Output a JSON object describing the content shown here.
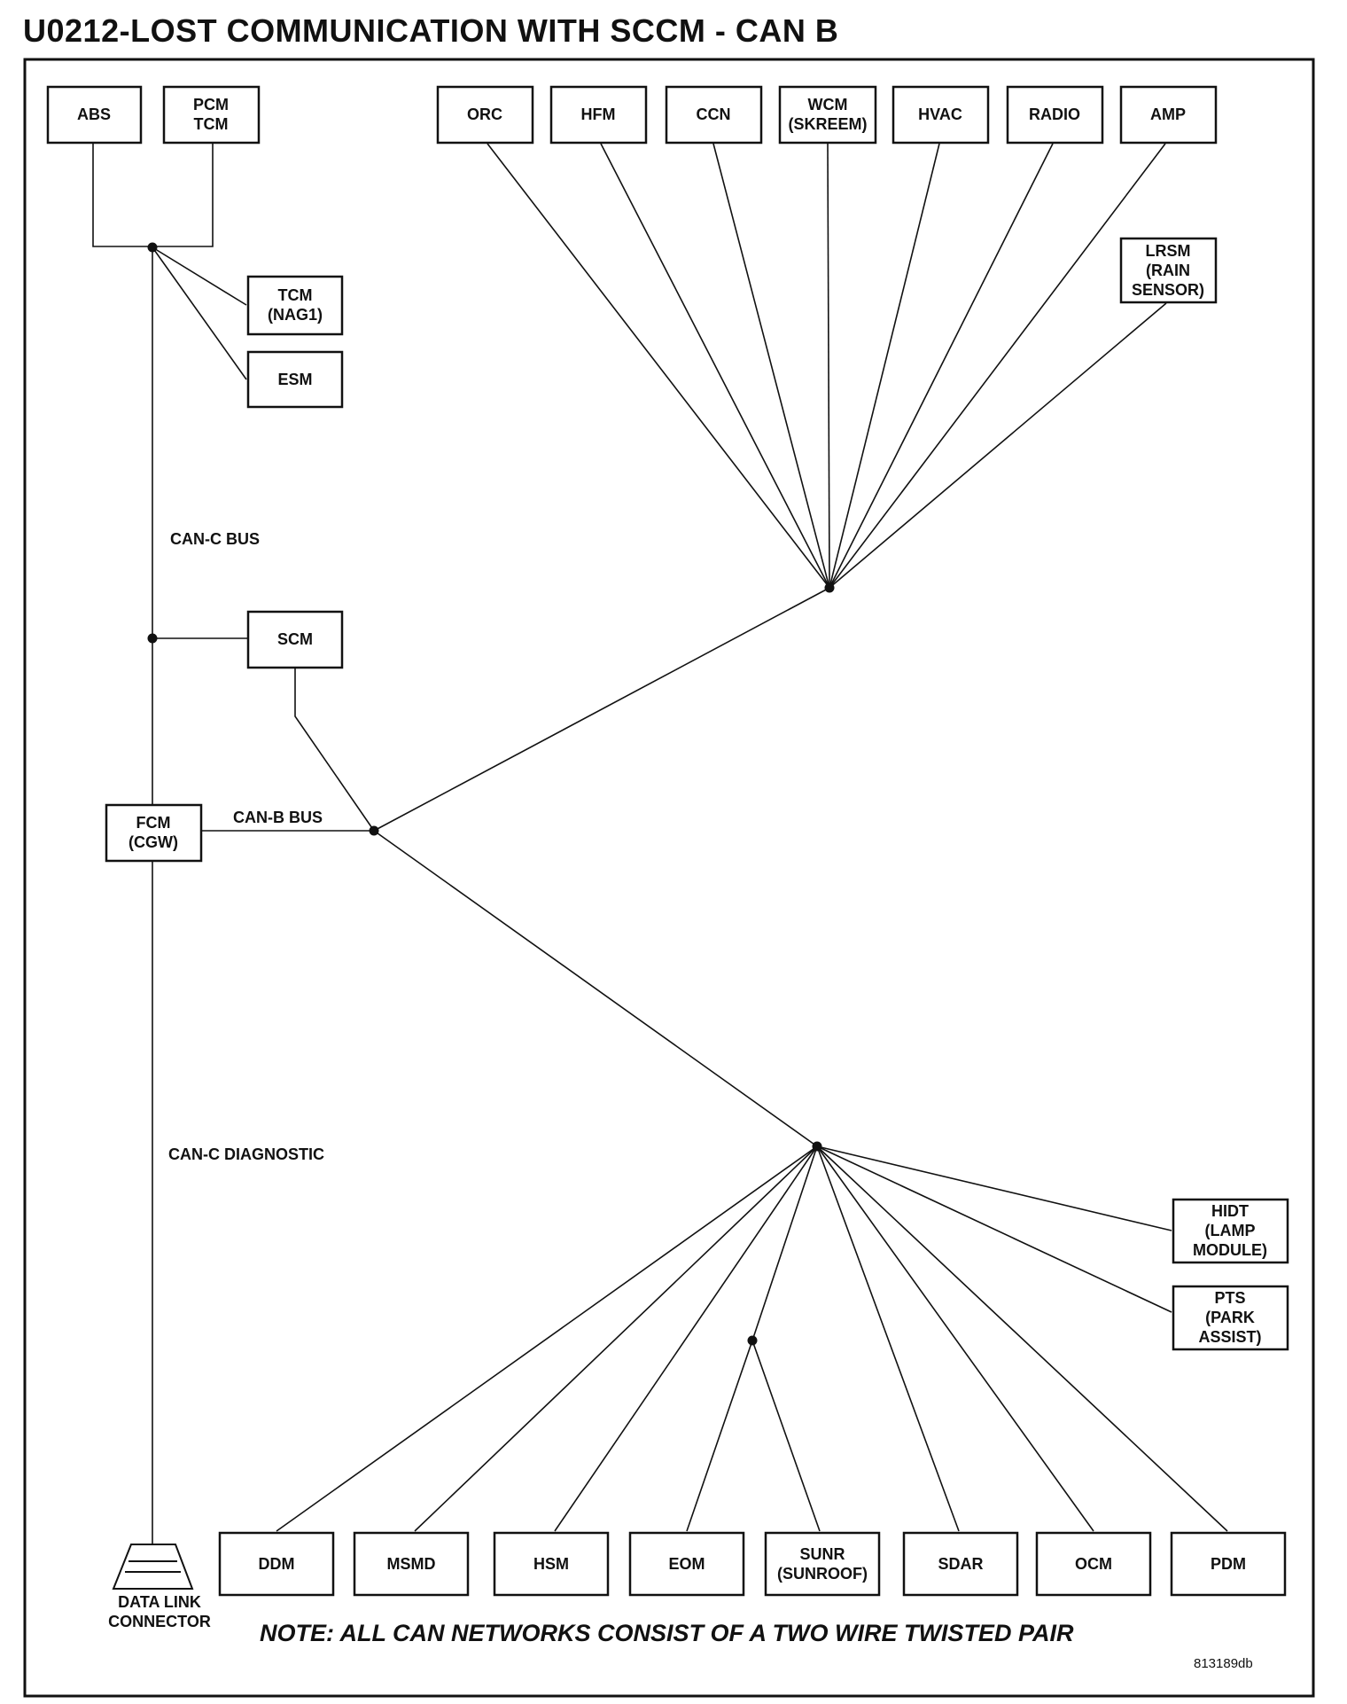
{
  "title": "U0212-LOST COMMUNICATION WITH SCCM - CAN B",
  "bus_labels": {
    "can_c_bus": "CAN-C BUS",
    "can_b_bus": "CAN-B BUS",
    "can_c_diagnostic": "CAN-C DIAGNOSTIC"
  },
  "modules": {
    "abs": [
      "ABS"
    ],
    "pcm_tcm": [
      "PCM",
      "TCM"
    ],
    "tcm_nag1": [
      "TCM",
      "(NAG1)"
    ],
    "esm": [
      "ESM"
    ],
    "scm": [
      "SCM"
    ],
    "fcm": [
      "FCM",
      "(CGW)"
    ],
    "orc": [
      "ORC"
    ],
    "hfm": [
      "HFM"
    ],
    "ccn": [
      "CCN"
    ],
    "wcm": [
      "WCM",
      "(SKREEM)"
    ],
    "hvac": [
      "HVAC"
    ],
    "radio": [
      "RADIO"
    ],
    "amp": [
      "AMP"
    ],
    "lrsm": [
      "LRSM",
      "(RAIN",
      "SENSOR)"
    ],
    "hidt": [
      "HIDT",
      "(LAMP",
      "MODULE)"
    ],
    "pts": [
      "PTS",
      "(PARK",
      "ASSIST)"
    ],
    "ddm": [
      "DDM"
    ],
    "msmd": [
      "MSMD"
    ],
    "hsm": [
      "HSM"
    ],
    "eom": [
      "EOM"
    ],
    "sunr": [
      "SUNR",
      "(SUNROOF)"
    ],
    "sdar": [
      "SDAR"
    ],
    "ocm": [
      "OCM"
    ],
    "pdm": [
      "PDM"
    ]
  },
  "connector_label": [
    "DATA LINK",
    "CONNECTOR"
  ],
  "note": "NOTE: ALL CAN NETWORKS CONSIST OF A TWO WIRE TWISTED PAIR",
  "reference": "813189db"
}
